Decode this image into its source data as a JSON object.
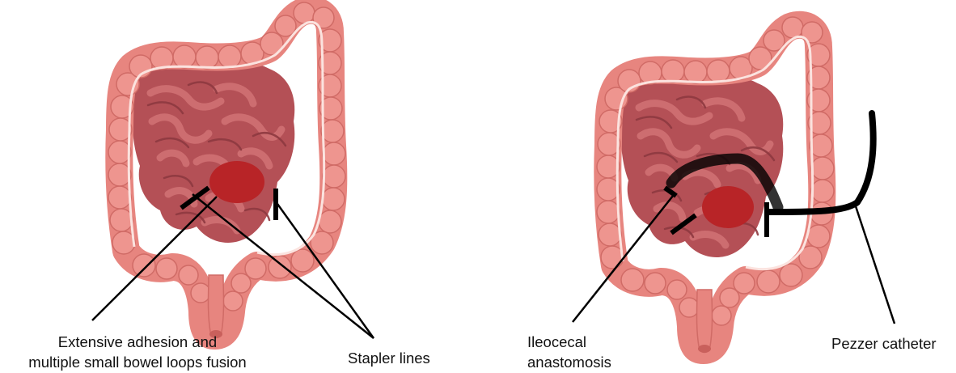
{
  "panels": [
    {
      "labels": {
        "adhesion": [
          "Extensive adhesion and",
          "multiple small bowel loops fusion"
        ],
        "stapler": "Stapler lines"
      }
    },
    {
      "labels": {
        "anastomosis": [
          "Ileocecal",
          "anastomosis"
        ],
        "catheter": "Pezzer catheter"
      }
    }
  ],
  "colors": {
    "colon": "#e7857f",
    "colon_light": "#f3aaa3",
    "colon_dark": "#c9605c",
    "small_bowel": "#b45056",
    "small_bowel_light": "#cd6d70",
    "small_bowel_dark": "#8e3940",
    "mass": "#b82427",
    "line": "#000000"
  }
}
